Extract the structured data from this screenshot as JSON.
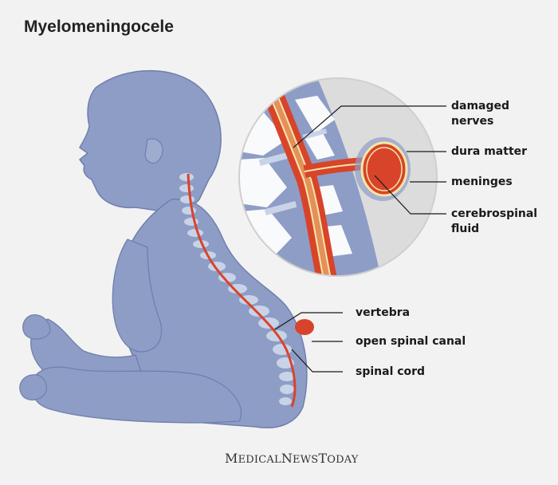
{
  "title": "Myelomeningocele",
  "labels": {
    "damaged_nerves": [
      "damaged",
      "nerves"
    ],
    "dura_matter": "dura matter",
    "meninges": "meninges",
    "cerebrospinal_fluid": [
      "cerebrospinal",
      "fluid"
    ],
    "vertebra": "vertebra",
    "open_spinal_canal": "open spinal canal",
    "spinal_cord": "spinal cord"
  },
  "brand": {
    "part1_initial": "M",
    "part1_rest": "EDICAL",
    "part2_initial": "N",
    "part2_rest": "EWS",
    "part3_initial": "T",
    "part3_rest": "ODAY"
  },
  "colors": {
    "background": "#f2f2f2",
    "body": "#8e9dc6",
    "body_outline": "#6f7fae",
    "vertebra": "#c9d3e8",
    "cord": "#d8442a",
    "callout_bg": "#dcdcdc",
    "leader_line": "#1a1a1a"
  }
}
